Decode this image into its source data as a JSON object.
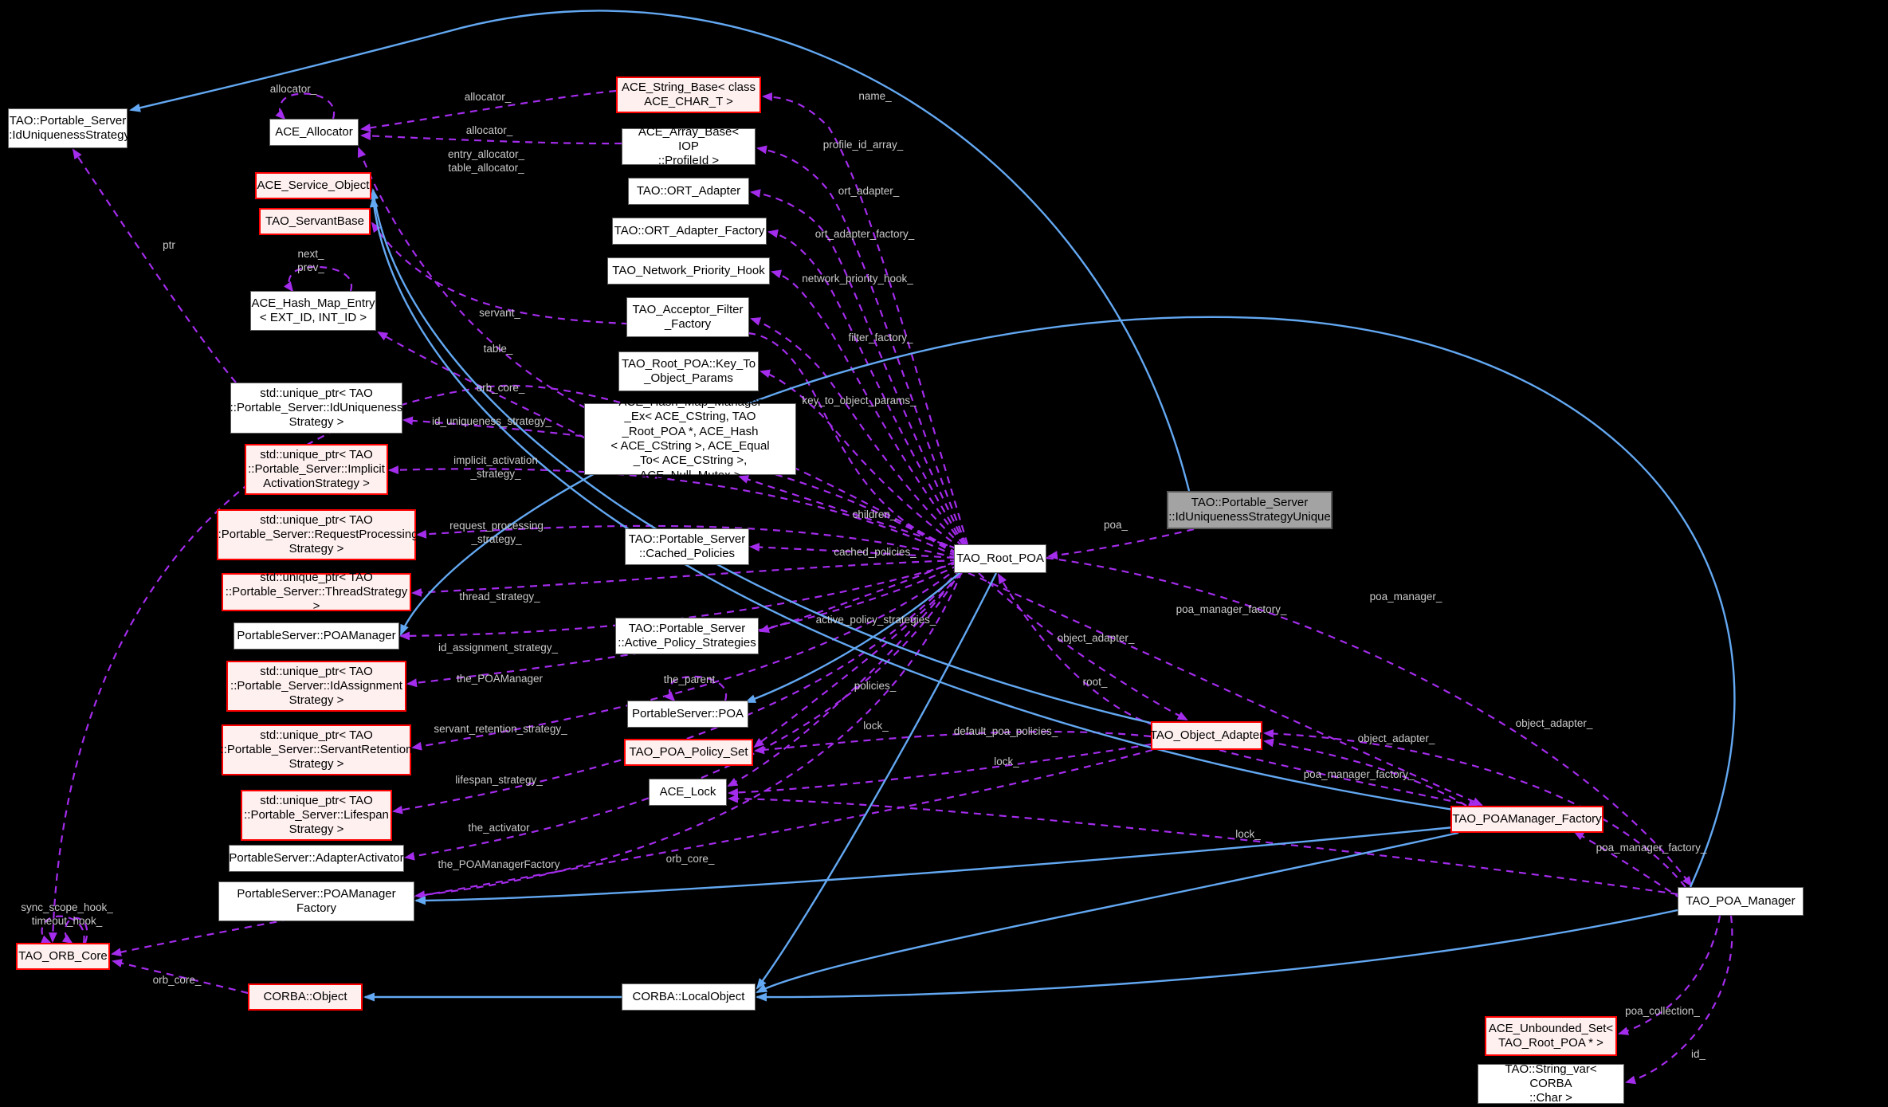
{
  "diagram": {
    "type": "doxygen-collaboration-graph",
    "focus_class": "TAO_Root_POA",
    "background": "#000000"
  },
  "colors": {
    "composition_edge": "#a42cec",
    "inheritance_edge": "#63a8f2",
    "label_text": "#c9c9c9",
    "node_fill": "#ffffff",
    "node_border": "#606060",
    "highlight_fill": "#fff0f0",
    "highlight_border": "#ff0000",
    "focus_fill": "#a3a3a3",
    "focus_border": "#595959"
  },
  "nodes": [
    {
      "label": "TAO::Portable_Server\n::IdUniquenessStrategy",
      "type": "normal"
    },
    {
      "label": "ACE_Allocator",
      "type": "normal"
    },
    {
      "label": "ACE_String_Base< class\nACE_CHAR_T >",
      "type": "red"
    },
    {
      "label": "ACE_Array_Base< IOP\n::ProfileId >",
      "type": "normal"
    },
    {
      "label": "ACE_Service_Object",
      "type": "red"
    },
    {
      "label": "TAO::ORT_Adapter",
      "type": "normal"
    },
    {
      "label": "TAO_ServantBase",
      "type": "red"
    },
    {
      "label": "TAO::ORT_Adapter_Factory",
      "type": "normal"
    },
    {
      "label": "TAO_Network_Priority_Hook",
      "type": "normal"
    },
    {
      "label": "ACE_Hash_Map_Entry\n< EXT_ID, INT_ID >",
      "type": "normal"
    },
    {
      "label": "TAO_Acceptor_Filter\n_Factory",
      "type": "normal"
    },
    {
      "label": "TAO_Root_POA::Key_To\n_Object_Params",
      "type": "normal"
    },
    {
      "label": "std::unique_ptr< TAO\n::Portable_Server::IdUniqueness\nStrategy >",
      "type": "normal"
    },
    {
      "label": "ACE_Hash_Map_Manager\n_Ex< ACE_CString, TAO\n_Root_POA *, ACE_Hash\n< ACE_CString >, ACE_Equal\n_To< ACE_CString >, ACE_Null_Mutex >",
      "type": "normal"
    },
    {
      "label": "std::unique_ptr< TAO\n::Portable_Server::Implicit\nActivationStrategy >",
      "type": "red"
    },
    {
      "label": "std::unique_ptr< TAO\n::Portable_Server::RequestProcessing\nStrategy >",
      "type": "red"
    },
    {
      "label": "TAO::Portable_Server\n::Cached_Policies",
      "type": "normal"
    },
    {
      "label": "std::unique_ptr< TAO\n::Portable_Server::ThreadStrategy >",
      "type": "red"
    },
    {
      "label": "TAO_Root_POA",
      "type": "normal"
    },
    {
      "label": "TAO::Portable_Server\n::IdUniquenessStrategyUnique",
      "type": "gray"
    },
    {
      "label": "PortableServer::POAManager",
      "type": "normal"
    },
    {
      "label": "TAO::Portable_Server\n::Active_Policy_Strategies",
      "type": "normal"
    },
    {
      "label": "std::unique_ptr< TAO\n::Portable_Server::IdAssignment\nStrategy >",
      "type": "red"
    },
    {
      "label": "PortableServer::POA",
      "type": "normal"
    },
    {
      "label": "TAO_POA_Policy_Set",
      "type": "red"
    },
    {
      "label": "std::unique_ptr< TAO\n::Portable_Server::ServantRetention\nStrategy >",
      "type": "red"
    },
    {
      "label": "ACE_Lock",
      "type": "normal"
    },
    {
      "label": "TAO_Object_Adapter",
      "type": "red"
    },
    {
      "label": "std::unique_ptr< TAO\n::Portable_Server::Lifespan\nStrategy >",
      "type": "red"
    },
    {
      "label": "TAO_POAManager_Factory",
      "type": "red"
    },
    {
      "label": "PortableServer::AdapterActivator",
      "type": "normal"
    },
    {
      "label": "PortableServer::POAManager\nFactory",
      "type": "normal"
    },
    {
      "label": "TAO_POA_Manager",
      "type": "normal"
    },
    {
      "label": "TAO_ORB_Core",
      "type": "red"
    },
    {
      "label": "CORBA::Object",
      "type": "red"
    },
    {
      "label": "CORBA::LocalObject",
      "type": "normal"
    },
    {
      "label": "ACE_Unbounded_Set<\nTAO_Root_POA * >",
      "type": "red"
    },
    {
      "label": "TAO::String_var< CORBA\n::Char >",
      "type": "normal"
    }
  ],
  "edge_labels": [
    {
      "text": "allocator_"
    },
    {
      "text": "allocator_"
    },
    {
      "text": "allocator_"
    },
    {
      "text": "entry_allocator_\ntable_allocator_"
    },
    {
      "text": "name_"
    },
    {
      "text": "profile_id_array_"
    },
    {
      "text": "ort_adapter_"
    },
    {
      "text": "ort_adapter_factory_"
    },
    {
      "text": "network_priority_hook_"
    },
    {
      "text": "filter_factory_"
    },
    {
      "text": "key_to_object_params_"
    },
    {
      "text": "next_\nprev_"
    },
    {
      "text": "ptr"
    },
    {
      "text": "servant_"
    },
    {
      "text": "table_"
    },
    {
      "text": "orb_core_"
    },
    {
      "text": "id_uniqueness_strategy_"
    },
    {
      "text": "implicit_activation\n_strategy_"
    },
    {
      "text": "request_processing\n_strategy_"
    },
    {
      "text": "thread_strategy_"
    },
    {
      "text": "id_assignment_strategy_"
    },
    {
      "text": "the_POAManager"
    },
    {
      "text": "servant_retention_strategy_"
    },
    {
      "text": "lifespan_strategy_"
    },
    {
      "text": "the_activator"
    },
    {
      "text": "the_POAManagerFactory"
    },
    {
      "text": "sync_scope_hook_\ntimeout_hook_"
    },
    {
      "text": "orb_core_"
    },
    {
      "text": "children_"
    },
    {
      "text": "cached_policies_"
    },
    {
      "text": "active_policy_strategies_"
    },
    {
      "text": "the_parent"
    },
    {
      "text": "policies_"
    },
    {
      "text": "lock_"
    },
    {
      "text": "default_poa_policies_"
    },
    {
      "text": "lock_"
    },
    {
      "text": "orb_core_"
    },
    {
      "text": "poa_"
    },
    {
      "text": "poa_manager_factory_"
    },
    {
      "text": "poa_manager_"
    },
    {
      "text": "object_adapter_"
    },
    {
      "text": "root_"
    },
    {
      "text": "lock_"
    },
    {
      "text": "object_adapter_"
    },
    {
      "text": "poa_manager_factory_"
    },
    {
      "text": "object_adapter_"
    },
    {
      "text": "poa_manager_factory_"
    },
    {
      "text": "poa_collection_"
    },
    {
      "text": "id_"
    }
  ]
}
